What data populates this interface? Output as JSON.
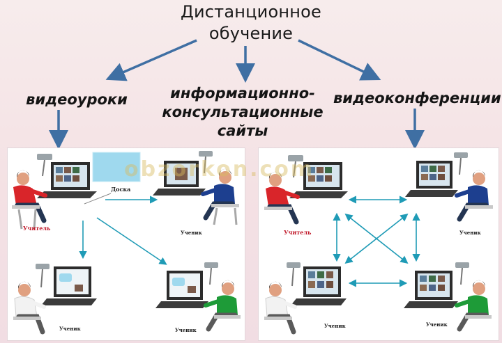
{
  "title": {
    "line1": "Дистанционное",
    "line2": "обучение"
  },
  "branches": {
    "video_lessons": "видеоуроки",
    "info_sites_line1": "информационно-",
    "info_sites_line2": "консультационные",
    "info_sites_line3": "сайты",
    "video_conferences": "видеоконференции"
  },
  "watermark": "obzorkon.com",
  "left_panel": {
    "teacher_label": "Учитель",
    "board_label": "Доска",
    "student_label_1": "Ученик",
    "student_label_2": "Ученик",
    "student_label_3": "Ученик"
  },
  "right_panel": {
    "teacher_label": "Учитель",
    "student_label_1": "Ученик",
    "student_label_2": "Ученик",
    "student_label_3": "Ученик"
  },
  "colors": {
    "arrow": "#3f6fa3",
    "panel_arrow": "#1f9bb6",
    "teacher_label": "#c0192a",
    "teacher_shirt": "#d9252a",
    "student_blue": "#1d3f8f",
    "student_green": "#1e9b38",
    "student_white": "#f2f2f2",
    "board": "#9fd9ee"
  }
}
